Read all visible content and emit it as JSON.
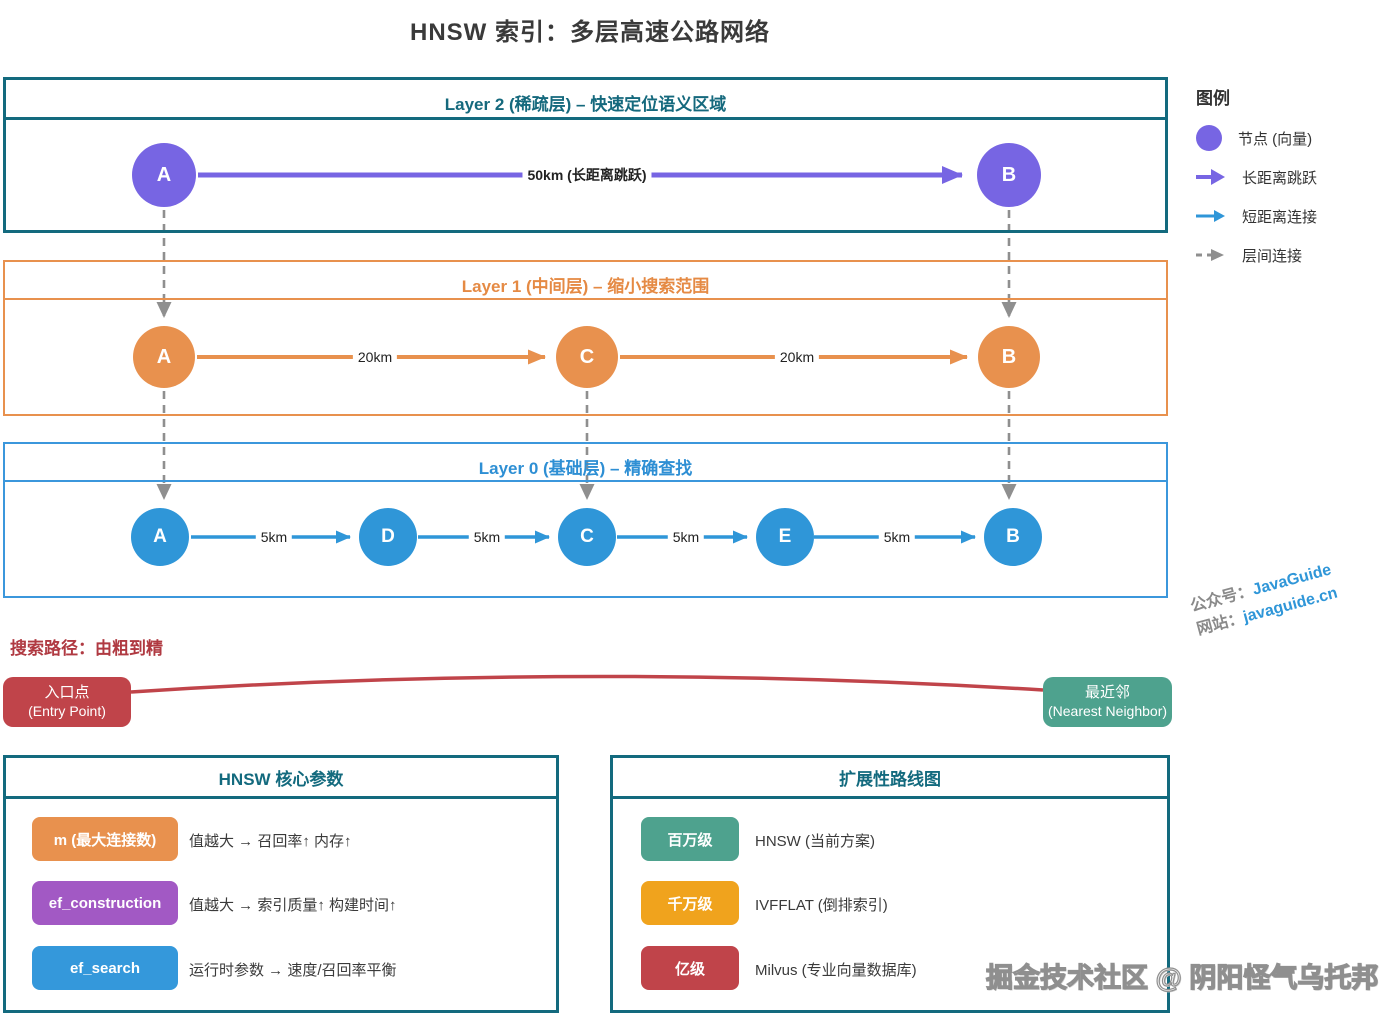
{
  "title": "HNSW 索引：多层高速公路网络",
  "layers": [
    {
      "label": "Layer 2 (稀疏层) – 快速定位语义区域",
      "nodes": [
        "A",
        "B"
      ],
      "edge_labels": [
        "50km (长距离跳跃)"
      ]
    },
    {
      "label": "Layer 1 (中间层) – 缩小搜索范围",
      "nodes": [
        "A",
        "C",
        "B"
      ],
      "edge_labels": [
        "20km",
        "20km"
      ]
    },
    {
      "label": "Layer 0 (基础层) – 精确查找",
      "nodes": [
        "A",
        "D",
        "C",
        "E",
        "B"
      ],
      "edge_labels": [
        "5km",
        "5km",
        "5km",
        "5km"
      ]
    }
  ],
  "legend": {
    "title": "图例",
    "items": [
      {
        "icon": "node-dot-icon",
        "label": "节点 (向量)"
      },
      {
        "icon": "long-jump-arrow-icon",
        "label": "长距离跳跃"
      },
      {
        "icon": "short-link-arrow-icon",
        "label": "短距离连接"
      },
      {
        "icon": "interlayer-dashed-arrow-icon",
        "label": "层间连接"
      }
    ]
  },
  "search_path": {
    "title": "搜索路径：由粗到精",
    "entry": {
      "line1": "入口点",
      "line2": "(Entry Point)"
    },
    "nearest": {
      "line1": "最近邻",
      "line2": "(Nearest Neighbor)"
    }
  },
  "params_panel": {
    "title": "HNSW 核心参数",
    "rows": [
      {
        "badge": "m (最大连接数)",
        "desc": "值越大 → 召回率↑ 内存↑"
      },
      {
        "badge": "ef_construction",
        "desc": "值越大 → 索引质量↑ 构建时间↑"
      },
      {
        "badge": "ef_search",
        "desc": "运行时参数 → 速度/召回率平衡"
      }
    ]
  },
  "roadmap_panel": {
    "title": "扩展性路线图",
    "rows": [
      {
        "badge": "百万级",
        "desc": "HNSW (当前方案)"
      },
      {
        "badge": "千万级",
        "desc": "IVFFLAT (倒排索引)"
      },
      {
        "badge": "亿级",
        "desc": "Milvus (专业向量数据库)"
      }
    ]
  },
  "watermarks": {
    "javaguide_line1_prefix": "公众号：",
    "javaguide_line1_value": "JavaGuide",
    "javaguide_line2_prefix": "网站：",
    "javaguide_line2_value": "javaguide.cn",
    "juejin": "掘金技术社区 @ 阴阳怪气乌托邦"
  },
  "colors": {
    "layer2_border": "#136a7e",
    "layer1_border": "#e8914e",
    "layer0_border": "#3b97dc",
    "node_purple": "#7765e3",
    "node_orange": "#e8914e",
    "node_blue": "#2f96d8",
    "connector_gray": "#8f8f8f",
    "path_red": "#c0444a",
    "entry_box_red": "#c0444a",
    "nearest_box_teal": "#4ea28e",
    "badge_purple": "#a259c4",
    "badge_amber": "#f0a31d",
    "badge_blue": "#3498db",
    "watermark_blue": "#2f96d8"
  }
}
